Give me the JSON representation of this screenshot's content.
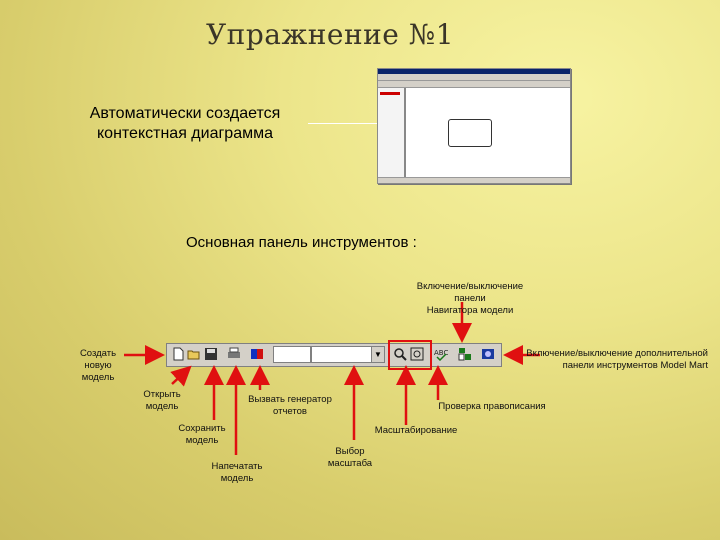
{
  "slide": {
    "title": "Упражнение №1",
    "auto_text_line1": "Автоматически создается",
    "auto_text_line2": "контекстная диаграмма",
    "panel_title": "Основная панель инструментов :"
  },
  "labels": {
    "navigator_line1": "Включение/выключение панели",
    "navigator_line2": "Навигатора модели",
    "create_line1": "Создать",
    "create_line2": "новую",
    "create_line3": "модель",
    "extra_toolbar_line1": "Включение/выключение дополнительной",
    "extra_toolbar_line2": "панели инструментов Model Mart",
    "open_line1": "Открыть",
    "open_line2": "модель",
    "report_line1": "Вызвать генератор",
    "report_line2": "отчетов",
    "spell_check": "Проверка правописания",
    "save_line1": "Сохранить",
    "save_line2": "модель",
    "zoom": "Масштабирование",
    "scale_line1": "Выбор",
    "scale_line2": "масштаба",
    "print_line1": "Напечатать",
    "print_line2": "модель"
  },
  "colors": {
    "arrow": "#e01010",
    "toolbar_bg": "#d4d0c8"
  },
  "icons": [
    "new-icon",
    "open-icon",
    "save-icon",
    "print-icon",
    "report-icon",
    "zoom-in-icon",
    "zoom-fit-icon",
    "spell-check-icon",
    "navigator-icon",
    "model-mart-icon"
  ]
}
